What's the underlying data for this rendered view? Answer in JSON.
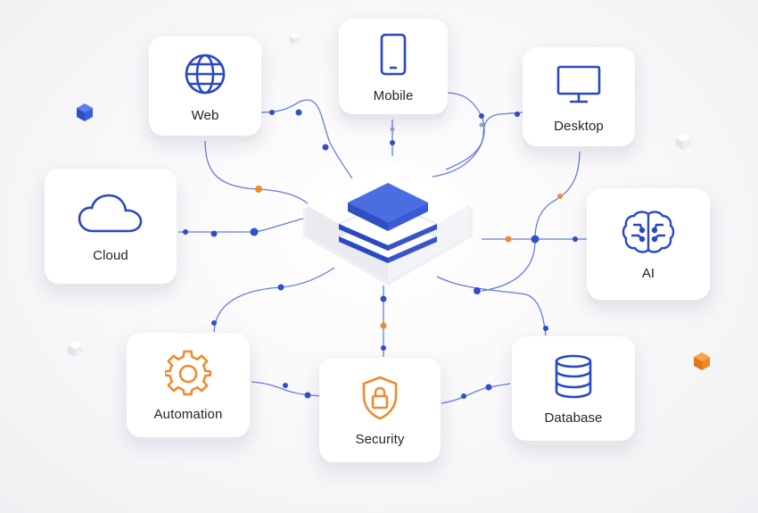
{
  "colors": {
    "primary": "#2a48c4",
    "accent": "#f08a2c",
    "line": "#4a67d6",
    "hub_top": "#4a6ee0"
  },
  "nodes": [
    {
      "id": "web",
      "label": "Web",
      "icon": "globe-icon"
    },
    {
      "id": "mobile",
      "label": "Mobile",
      "icon": "smartphone-icon"
    },
    {
      "id": "desktop",
      "label": "Desktop",
      "icon": "monitor-icon"
    },
    {
      "id": "cloud",
      "label": "Cloud",
      "icon": "cloud-icon"
    },
    {
      "id": "ai",
      "label": "AI",
      "icon": "brain-icon"
    },
    {
      "id": "automation",
      "label": "Automation",
      "icon": "gear-icon"
    },
    {
      "id": "security",
      "label": "Security",
      "icon": "shield-lock-icon"
    },
    {
      "id": "database",
      "label": "Database",
      "icon": "database-icon"
    }
  ],
  "hub": {
    "icon": "stacked-layers-icon"
  }
}
